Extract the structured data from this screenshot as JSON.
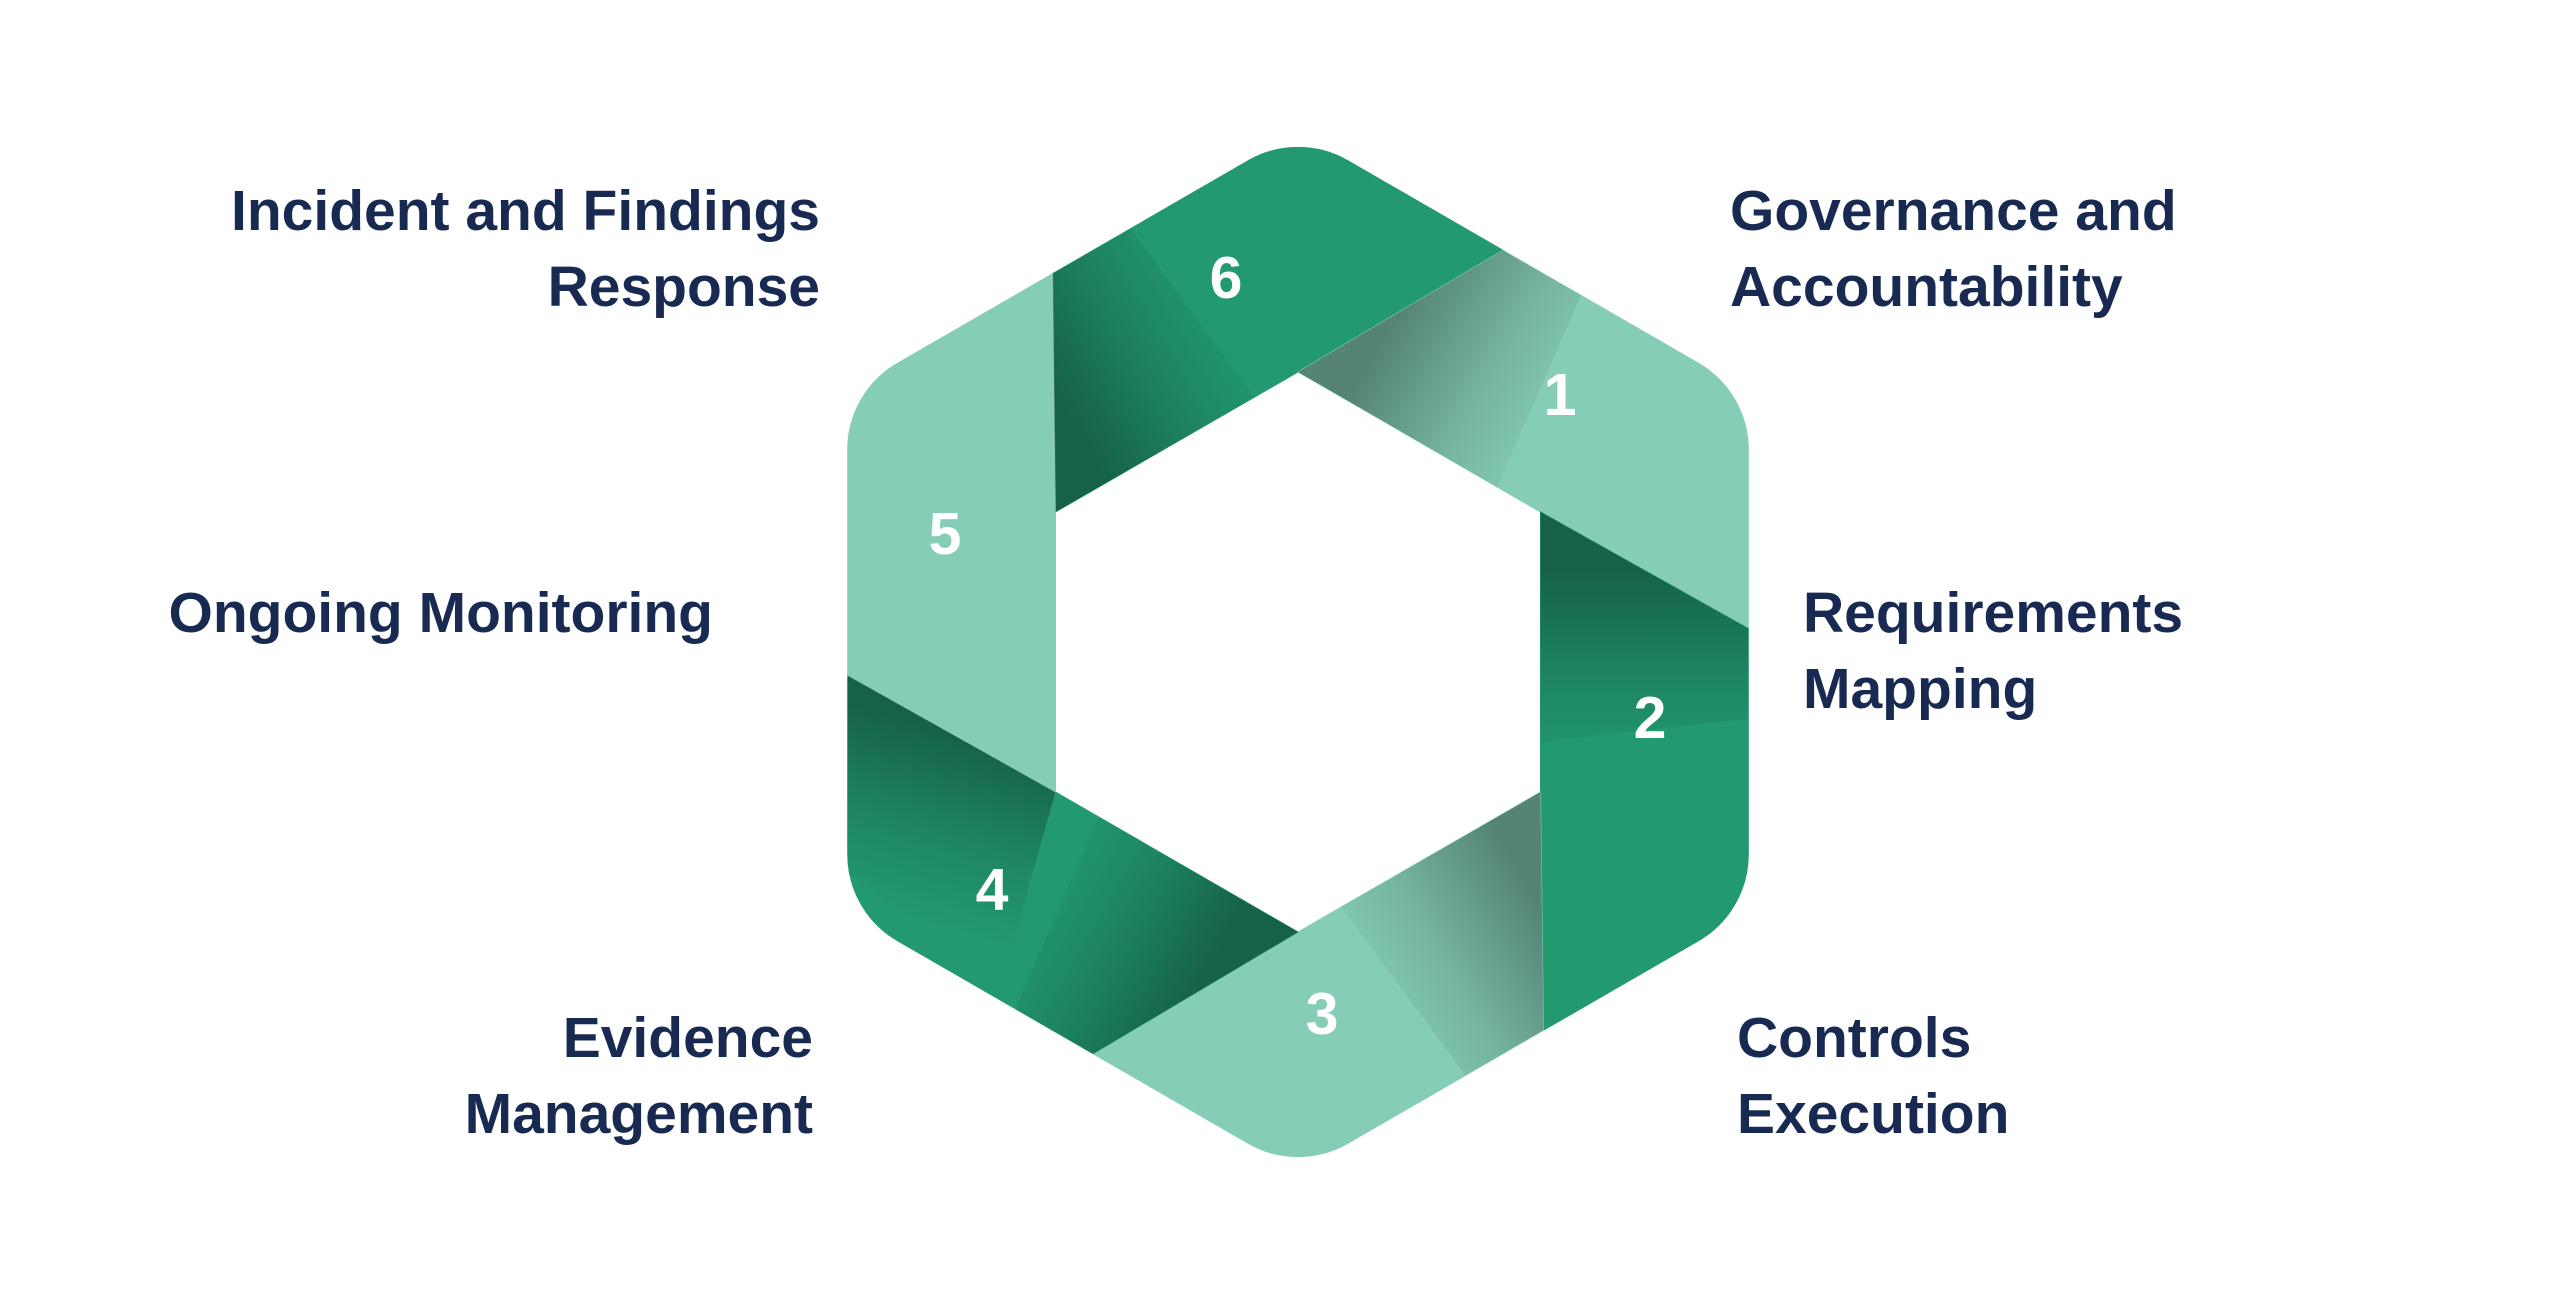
{
  "colors": {
    "dark": "#22996E",
    "light": "#85CDB6",
    "shadow": "#000000",
    "label_text": "#192A52",
    "number_text": "#FFFFFF",
    "background": "#FFFFFF"
  },
  "diagram": {
    "segments": [
      {
        "number": "1",
        "tone": "light",
        "label_lines": [
          "Governance and",
          "Accountability"
        ]
      },
      {
        "number": "2",
        "tone": "dark",
        "label_lines": [
          "Requirements",
          "Mapping"
        ]
      },
      {
        "number": "3",
        "tone": "light",
        "label_lines": [
          "Controls",
          "Execution"
        ]
      },
      {
        "number": "4",
        "tone": "dark",
        "label_lines": [
          "Evidence",
          "Management"
        ]
      },
      {
        "number": "5",
        "tone": "light",
        "label_lines": [
          "Ongoing Monitoring"
        ]
      },
      {
        "number": "6",
        "tone": "dark",
        "label_lines": [
          "Incident and Findings",
          "Response"
        ]
      }
    ]
  }
}
